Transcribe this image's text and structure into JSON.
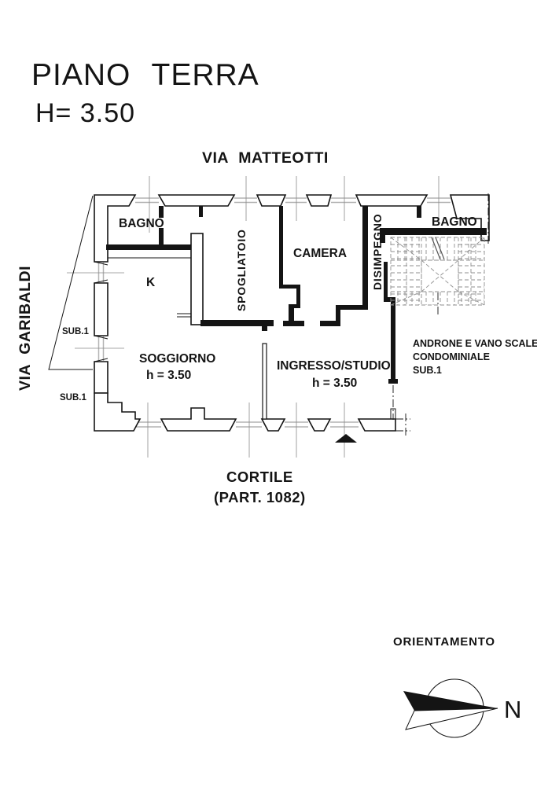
{
  "title": "PIANO TERRA",
  "height_note": "H= 3.50",
  "streets": {
    "top": "VIA MATTEOTTI",
    "left": "VIA GARIBALDI"
  },
  "rooms": {
    "bagno_left": "BAGNO",
    "kitchen": "K",
    "spogliatoio": "SPOGLIATOIO",
    "camera": "CAMERA",
    "disimpegno": "DISIMPEGNO",
    "bagno_right": "BAGNO",
    "soggiorno": "SOGGIORNO",
    "soggiorno_height": "h = 3.50",
    "ingresso": "INGRESSO/STUDIO",
    "ingresso_height": "h = 3.50",
    "androne_line1": "ANDRONE E VANO SCALE",
    "androne_line2": "CONDOMINIALE",
    "androne_line3": "SUB.1"
  },
  "annotations": {
    "sub1_upper": "SUB.1",
    "sub1_lower": "SUB.1",
    "cortile": "CORTILE",
    "cortile_part": "(PART. 1082)"
  },
  "compass": {
    "label": "ORIENTAMENTO",
    "north": "N"
  },
  "colors": {
    "ink": "#141414",
    "glazing": "#b3b3b3",
    "hatch": "#8f8f8f"
  }
}
